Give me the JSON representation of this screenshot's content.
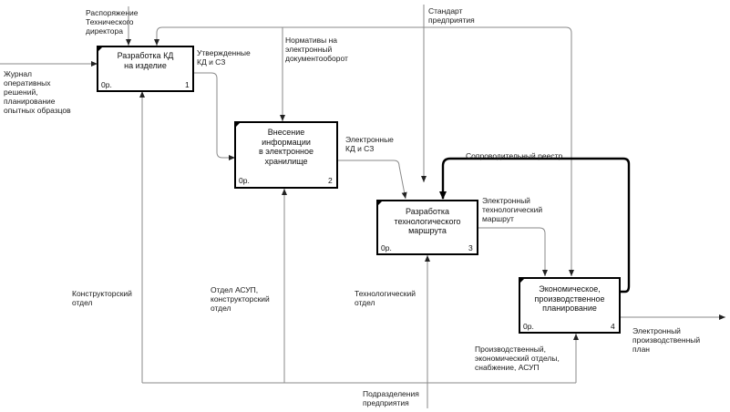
{
  "boxes": [
    {
      "title": "Разработка КД\nна изделие",
      "cost": "0р.",
      "num": "1"
    },
    {
      "title": "Внесение\nинформации\nв электронное\nхранилище",
      "cost": "0р.",
      "num": "2"
    },
    {
      "title": "Разработка\nтехнологического\nмаршрута",
      "cost": "0р.",
      "num": "3"
    },
    {
      "title": "Экономическое,\nпроизводственное\nпланирование",
      "cost": "0р.",
      "num": "4"
    }
  ],
  "labels": {
    "order": "Распоряжение\nТехнического\nдиректора",
    "standard": "Стандарт\nпредприятия",
    "norms": "Нормативы на\nэлектронный\nдокументооборот",
    "approved": "Утвержденные\nКД и СЗ",
    "journal": "Журнал\nоперативных\nрешений,\nпланирование\nопытных образцов",
    "electronic_kd": "Электронные\nКД и СЗ",
    "cover_registry": "Сопроводительный реестр",
    "electronic_route": "Электронный\nтехнологический\nмаршрут",
    "design_dept": "Конструкторский\nотдел",
    "asup_dept": "Отдел АСУП,\nконструкторский\nотдел",
    "tech_dept": "Технологический\nотдел",
    "prod_depts": "Производственный,\nэкономический отделы,\nснабжение, АСУП",
    "divisions": "Подразделения\nпредприятия",
    "plan": "Электронный\nпроизводственный\nплан"
  }
}
